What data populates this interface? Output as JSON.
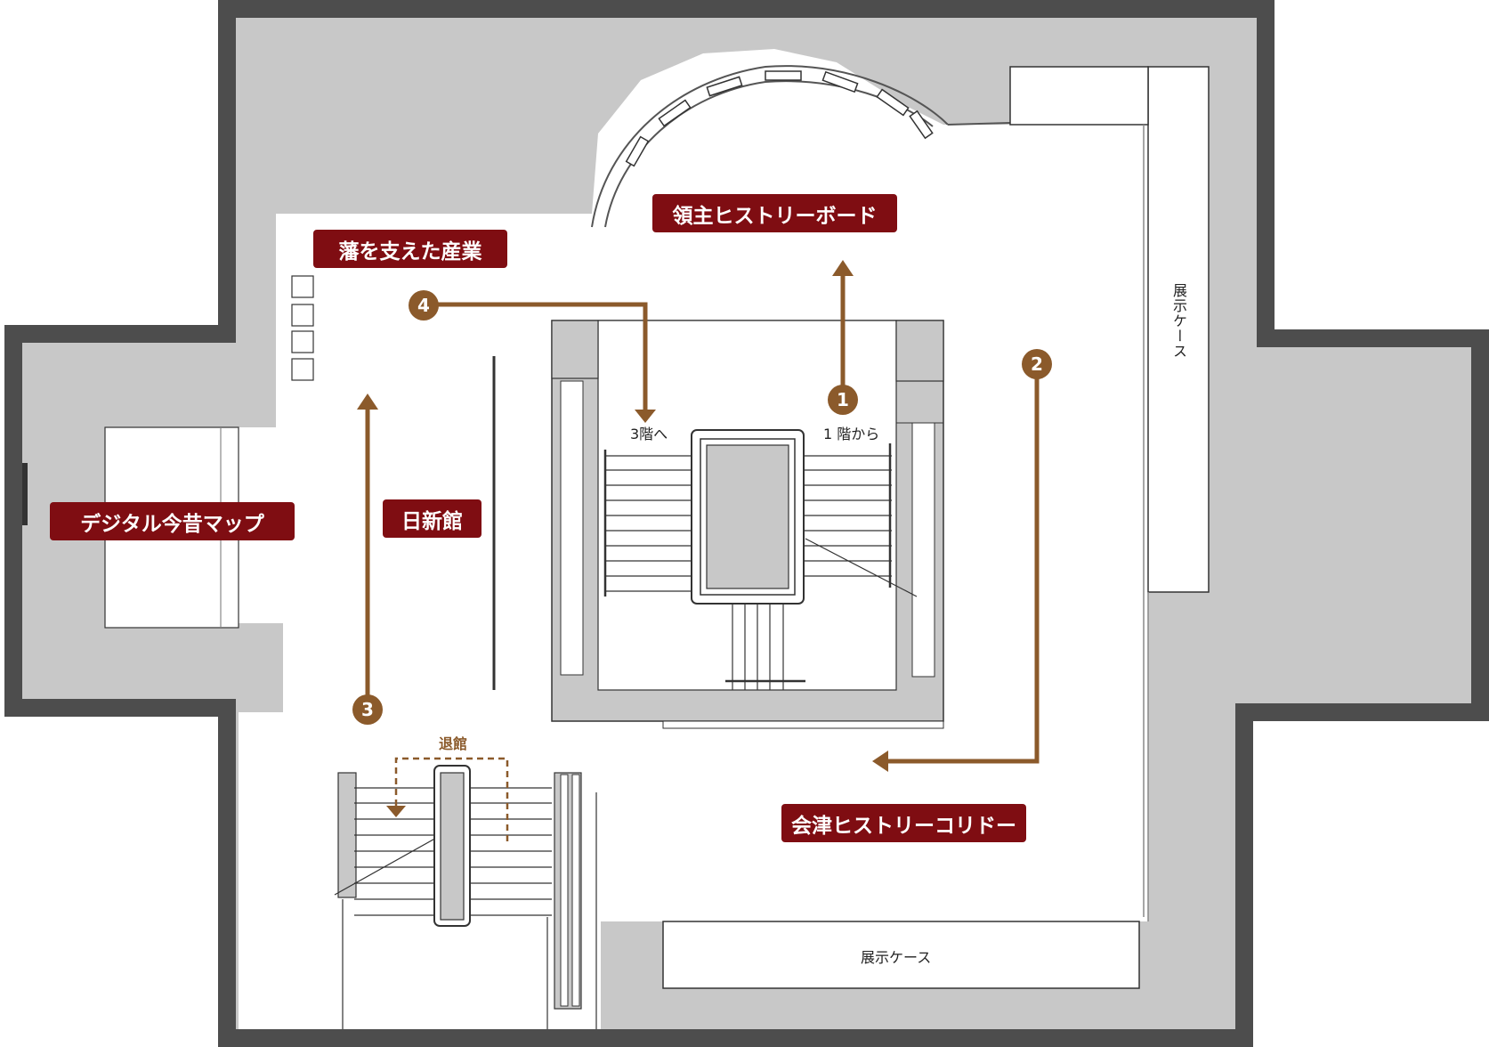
{
  "zones": {
    "ryoshu": "領主ヒストリーボード",
    "han": "藩を支えた産業",
    "digital": "デジタル今昔マップ",
    "nisshinkan": "日新館",
    "aizu": "会津ヒストリーコリドー"
  },
  "cases": {
    "right": "展示ケース",
    "bottom": "展示ケース"
  },
  "stairs": {
    "to3f": "3階へ",
    "from1f": "1 階から",
    "exit": "退館"
  },
  "markers": [
    "1",
    "2",
    "3",
    "4"
  ],
  "colors": {
    "wall": "#4d4d4d",
    "floor_gray": "#c8c8c8",
    "label_bg": "#7f0d12",
    "route": "#8b5a2b"
  }
}
